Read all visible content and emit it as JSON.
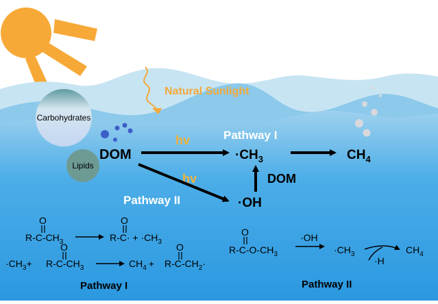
{
  "colors": {
    "sun": "#f7a938",
    "sunlight_text": "#f3a93a",
    "hv_text": "#f0b23c",
    "water_top": "#b9dcef",
    "water_mid": "#7cc0e6",
    "water_deep": "#2f9be0",
    "white_label": "#ffffff",
    "black": "#000000"
  },
  "labels": {
    "natural_sunlight": "Natural Sunlight",
    "carbohydrates": "Carbohydrates",
    "lipids": "Lipids",
    "dom_source": "DOM",
    "hv_top": "hv",
    "hv_bottom": "hv",
    "pathway_I_title": "Pathway I",
    "pathway_II_title": "Pathway II",
    "ch3_radical": "·CH",
    "ch3_sub": "3",
    "ch4": "CH",
    "ch4_sub": "4",
    "dom_arrow": "DOM",
    "oh_radical": "·OH"
  },
  "reactions": {
    "pathway_I_caption": "Pathway I",
    "pathway_II_caption": "Pathway II",
    "r1_reactant": "R-C-CH",
    "r1_reactant_sub": "3",
    "r1_product": "R-C· + ·CH",
    "r1_product_sub": "3",
    "r2_reactant_a": "·CH",
    "r2_reactant_a_sub": "3",
    "r2_plus": "+",
    "r2_reactant_b": "R-C-CH",
    "r2_reactant_b_sub": "3",
    "r2_product_a": "CH",
    "r2_product_a_sub": "4",
    "r2_product_plus": "+",
    "r2_product_b": "R-C-CH",
    "r2_product_b_sub": "2",
    "r2_product_b_dot": "·",
    "r3_reactant": "R-C-O-CH",
    "r3_reactant_sub": "3",
    "r3_oh": "·OH",
    "r3_ch3": "·CH",
    "r3_ch3_sub": "3",
    "r3_h": "·H",
    "r3_ch4": "CH",
    "r3_ch4_sub": "4",
    "carbonyl_o": "O"
  }
}
